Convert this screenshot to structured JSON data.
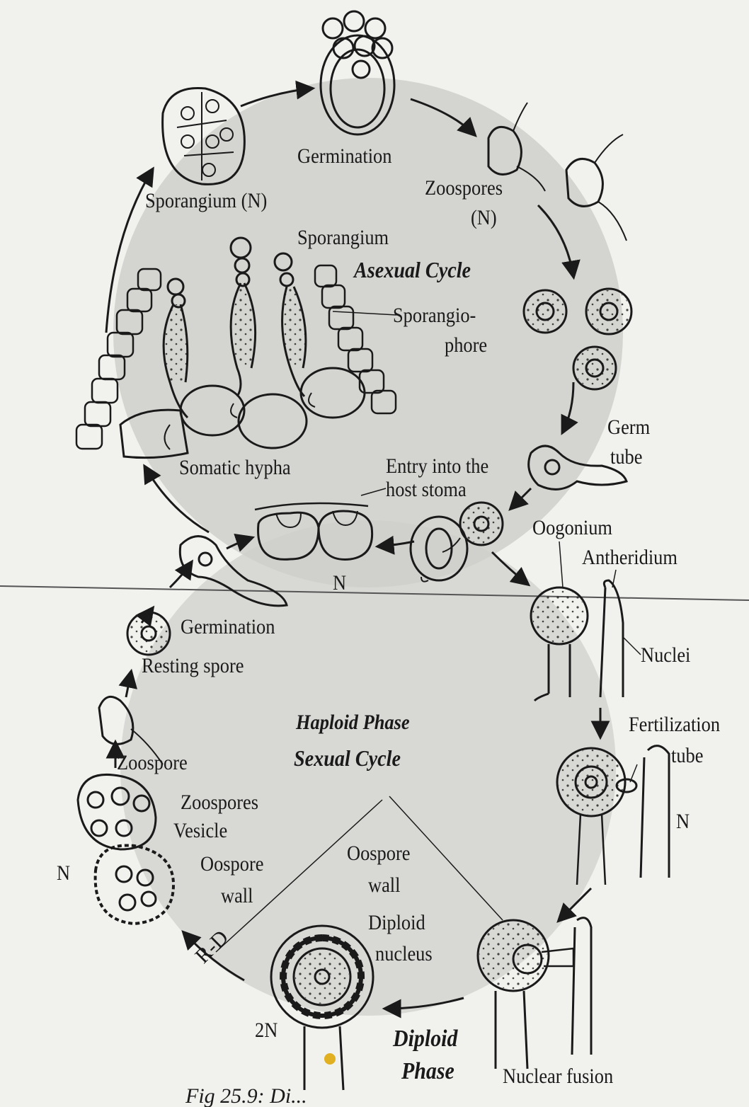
{
  "labels": {
    "germination_top": "Germination",
    "sporangium_n": "Sporangium (N)",
    "zoospores_top": "Zoospores",
    "n_zoospores": "(N)",
    "sporangium": "Sporangium",
    "asexual_cycle": "Asexual Cycle",
    "sporangiophore_1": "Sporangio-",
    "sporangiophore_2": "phore",
    "germ": "Germ",
    "tube": "tube",
    "somatic_hypha": "Somatic hypha",
    "entry_1": "Entry into the",
    "entry_2": "host stoma",
    "oogonium": "Oogonium",
    "antheridium": "Antheridium",
    "n_mid": "N",
    "germination_mid": "Germination",
    "resting_spore": "Resting spore",
    "nuclei": "Nuclei",
    "haploid_phase": "Haploid Phase",
    "sexual_cycle": "Sexual Cycle",
    "fertilization": "Fertilization",
    "fert_tube": "tube",
    "zoospore": "Zoospore",
    "zoospores_low": "Zoospores",
    "vesicle": "Vesicle",
    "oospore_wall_1": "Oospore",
    "oospore_wall_2": "wall",
    "n_left": "N",
    "n_right": "N",
    "oospore_2_1": "Oospore",
    "oospore_2_2": "wall",
    "diploid_nucleus_1": "Diploid",
    "diploid_nucleus_2": "nucleus",
    "rd": "R-D",
    "two_n": "2N",
    "diploid_phase_1": "Diploid",
    "diploid_phase_2": "Phase",
    "nuclear_fusion": "Nuclear fusion",
    "caption": "Fig 25.9: Di..."
  },
  "colors": {
    "ink": "#1a1a1a",
    "shade": "#c9c9c6",
    "paper": "#f1f1ee"
  }
}
